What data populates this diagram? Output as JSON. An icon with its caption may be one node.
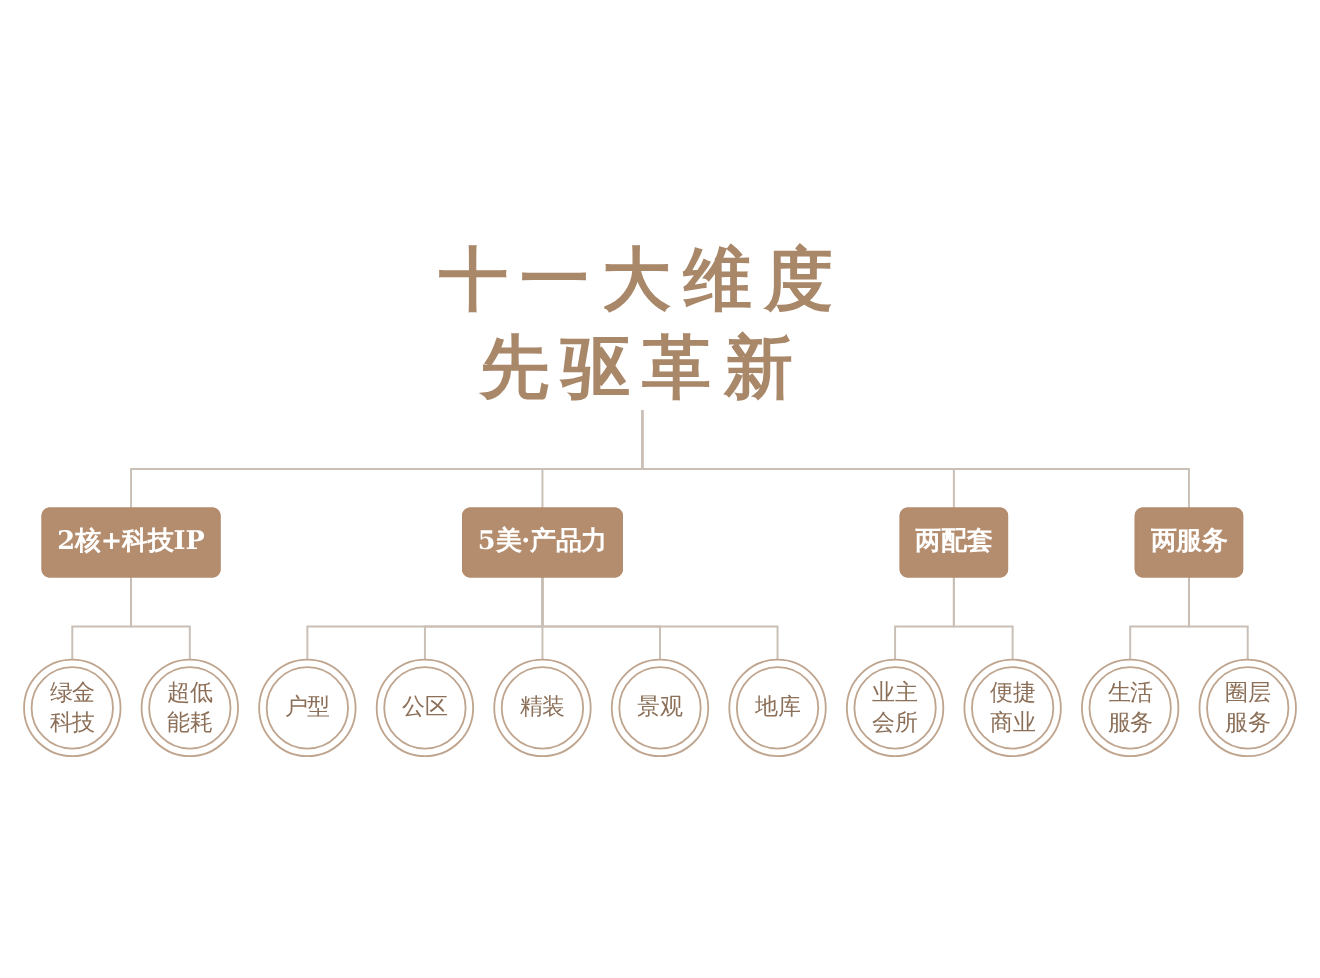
{
  "diagram": {
    "nodes": [
      {
        "text": [
          "十一大维度",
          "先驱革新"
        ]
      },
      {
        "text": [
          "2核+科技IP"
        ]
      },
      {
        "text": [
          "5美·产品力"
        ]
      },
      {
        "text": [
          "两配套"
        ]
      },
      {
        "text": [
          "两服务"
        ]
      },
      {
        "text": [
          "绿金科技"
        ]
      },
      {
        "text": [
          "超低能耗"
        ]
      },
      {
        "text": [
          "户型"
        ]
      },
      {
        "text": [
          "公区"
        ]
      },
      {
        "text": [
          "精装"
        ]
      },
      {
        "text": [
          "景观"
        ]
      },
      {
        "text": [
          "地库"
        ]
      },
      {
        "text": [
          "业主会所"
        ]
      },
      {
        "text": [
          "便捷商业"
        ]
      },
      {
        "text": [
          "生活服务"
        ]
      },
      {
        "text": [
          "圈层服务"
        ]
      }
    ],
    "edges": [
      {
        "from": 0,
        "to": 1,
        "arrow": "none"
      },
      {
        "from": 0,
        "to": 2,
        "arrow": "none"
      },
      {
        "from": 0,
        "to": 3,
        "arrow": "none"
      },
      {
        "from": 0,
        "to": 4,
        "arrow": "none"
      },
      {
        "from": 1,
        "to": 5,
        "arrow": "none"
      },
      {
        "from": 1,
        "to": 6,
        "arrow": "none"
      },
      {
        "from": 2,
        "to": 7,
        "arrow": "none"
      },
      {
        "from": 2,
        "to": 8,
        "arrow": "none"
      },
      {
        "from": 2,
        "to": 9,
        "arrow": "none"
      },
      {
        "from": 2,
        "to": 10,
        "arrow": "none"
      },
      {
        "from": 2,
        "to": 11,
        "arrow": "none"
      },
      {
        "from": 3,
        "to": 12,
        "arrow": "none"
      },
      {
        "from": 3,
        "to": 13,
        "arrow": "none"
      },
      {
        "from": 4,
        "to": 14,
        "arrow": "none"
      },
      {
        "from": 4,
        "to": 15,
        "arrow": "none"
      }
    ]
  }
}
